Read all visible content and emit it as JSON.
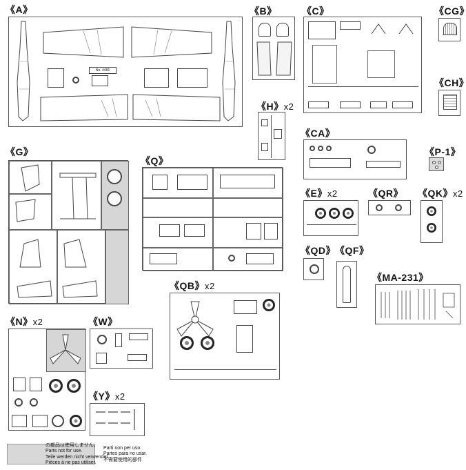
{
  "labels": {
    "A": "《A》",
    "B": "《B》",
    "C": "《C》",
    "CG": "《CG》",
    "CH": "《CH》",
    "H": "《H》",
    "H_count": "x2",
    "CA": "《CA》",
    "P1": "《P-1》",
    "G": "《G》",
    "Q": "《Q》",
    "E": "《E》",
    "E_count": "x2",
    "QR": "《QR》",
    "QK": "《QK》",
    "QK_count": "x2",
    "QD": "《QD》",
    "QF": "《QF》",
    "MA231": "《MA-231》",
    "QB": "《QB》",
    "QB_count": "x2",
    "N": "《N》",
    "N_count": "x2",
    "W": "《W》",
    "Y": "《Y》",
    "Y_count": "x2"
  },
  "legend": {
    "line1": "の部品は使用しません。",
    "line2": "Parts not for use.",
    "line3": "Teile werden nicht verwendet.",
    "line4": "Pièces à ne pas utiliser.",
    "line5": "Parti non per uso.",
    "line6": "Partes para no usar.",
    "line7": "不需要使用的部件"
  },
  "sprue_A": {
    "text_plate": "No. 4466"
  },
  "colors": {
    "unused_fill": "#d6d6d6",
    "line": "#444444",
    "paper": "#ffffff"
  }
}
